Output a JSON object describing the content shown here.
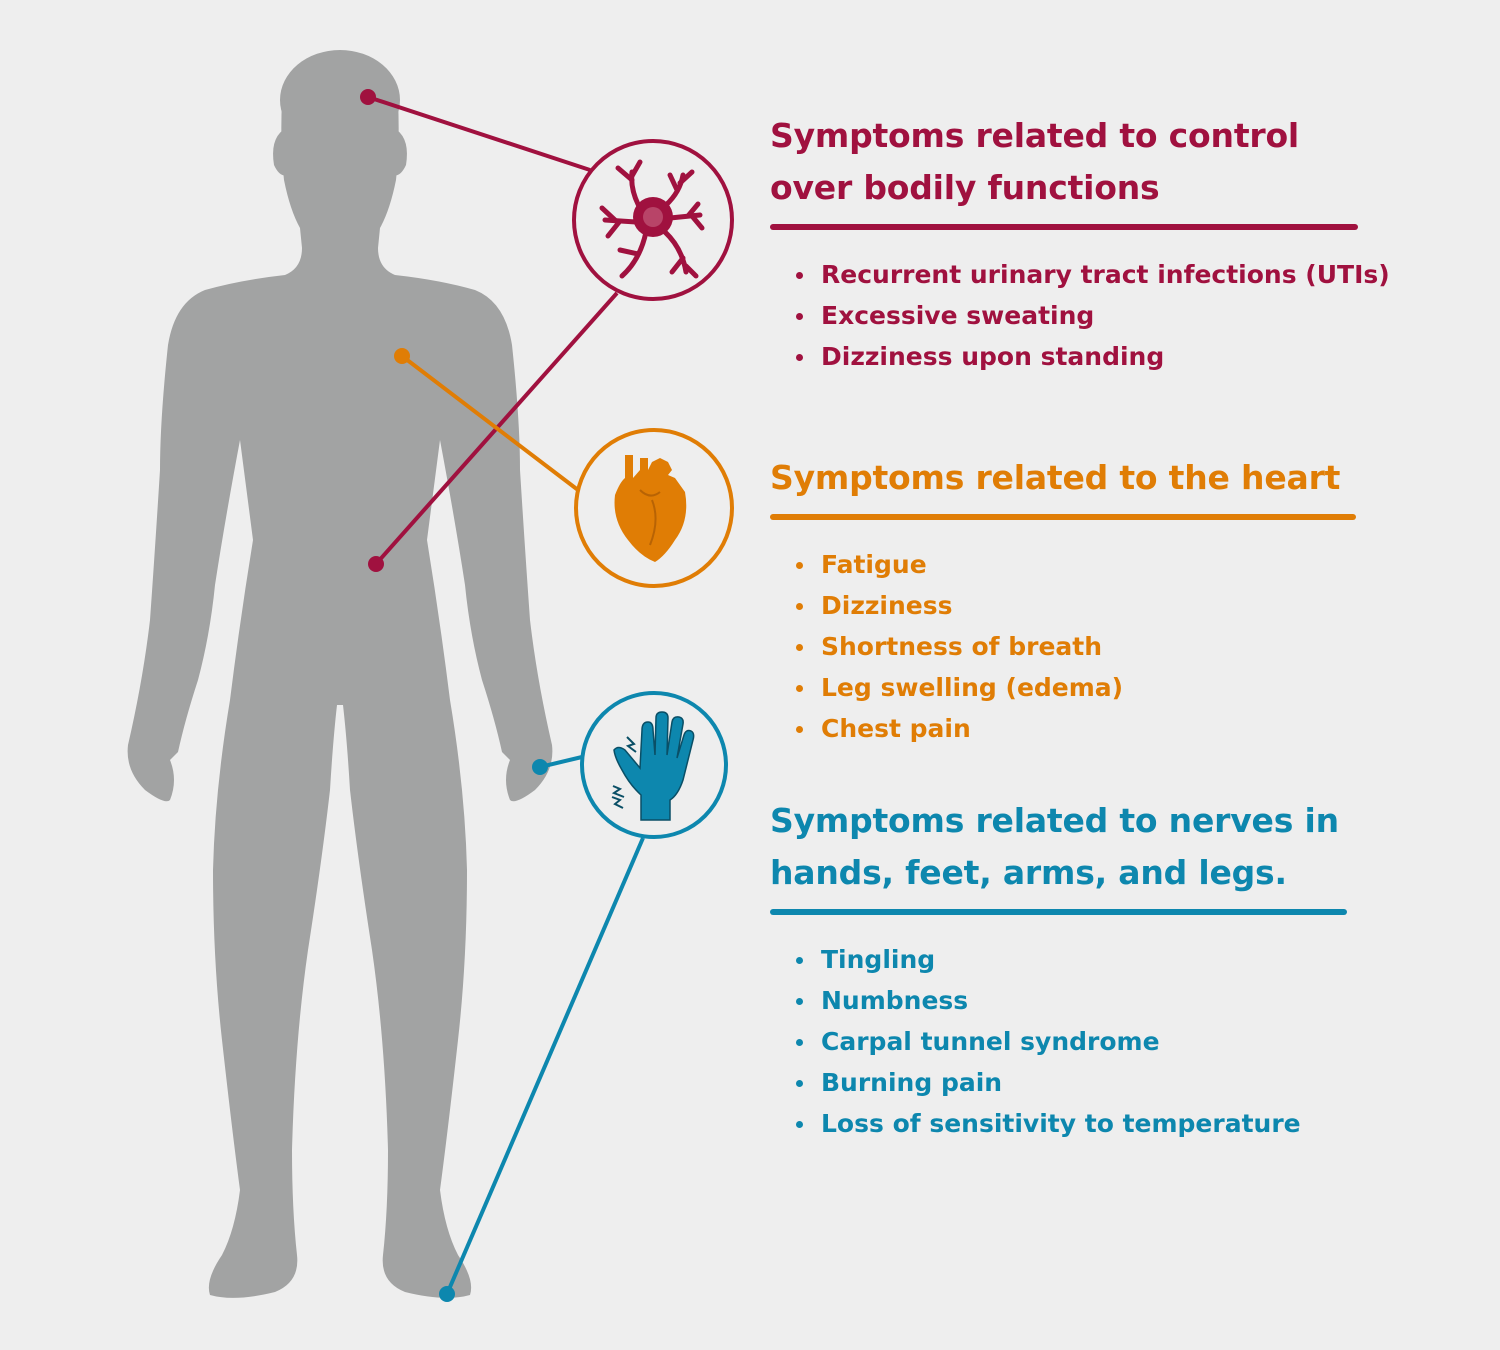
{
  "colors": {
    "background": "#eeeeee",
    "body": "#a2a3a3",
    "autonomic": "#a0113f",
    "heart": "#e07d05",
    "nerves": "#0d87ae"
  },
  "icons": {
    "autonomic": "neuron-icon",
    "heart": "heart-icon",
    "nerves": "hand-tingling-icon"
  },
  "sections": [
    {
      "title": "Symptoms related to control over bodily functions",
      "items": [
        "Recurrent urinary tract infections (UTIs)",
        "Excessive sweating",
        "Dizziness upon standing"
      ]
    },
    {
      "title": "Symptoms related to the heart",
      "items": [
        "Fatigue",
        "Dizziness",
        "Shortness of breath",
        "Leg swelling (edema)",
        "Chest pain"
      ]
    },
    {
      "title": "Symptoms related to nerves in hands, feet, arms, and legs.",
      "items": [
        "Tingling",
        "Numbness",
        "Carpal tunnel syndrome",
        "Burning pain",
        "Loss of sensitivity to temperature"
      ]
    }
  ]
}
